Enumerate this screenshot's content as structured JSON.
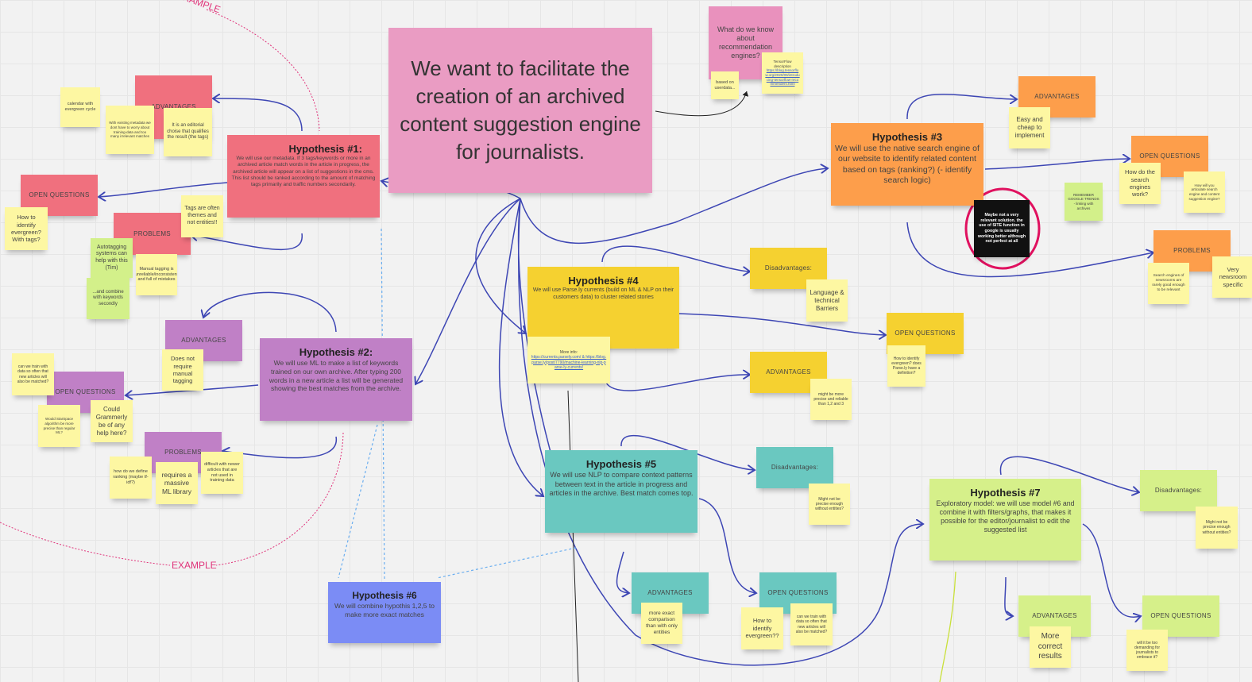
{
  "board": {
    "example_top": "EXAMPLE",
    "example_bottom": "EXAMPLE"
  },
  "colors": {
    "connector": "#3d46b4",
    "highlight": "#e0115f",
    "h1": "#f0707e",
    "h2": "#c080c6",
    "h3": "#fd9e4b",
    "h4": "#f5d130",
    "h5": "#6ac8c0",
    "h6": "#7b8cf5",
    "h7": "#d6f08a",
    "sticky": "#fdf7a2"
  },
  "notes": [
    {
      "id": "main",
      "text": "We want to facilitate the creation of an archived content suggestion engine for journalists."
    },
    {
      "id": "know",
      "text": "What do we know about recommendation engines?"
    },
    {
      "id": "userdata",
      "text": "based on userdata..."
    },
    {
      "id": "tf",
      "text": "TensorFlow description",
      "link": "https://blog.tensorflow.org/2020/09/introducing-tensorflow-recommenders.html"
    },
    {
      "id": "h1",
      "title": "Hypothesis #1:",
      "text": "We will use our metadata. If 3 tags/keywords or more in an archived article match words in the article in progress, the archived article will appear on a list of suggestions in the cms. This list should be ranked according to the amount of matching tags primarily and traffic numbers secondarily."
    },
    {
      "id": "h1adv",
      "text": "ADVANTAGES"
    },
    {
      "id": "h1cal",
      "text": "calendar with evergreen cycle"
    },
    {
      "id": "h1exist",
      "text": "With existing metadata we dont have to worry about training-data and too many irrelevant matches"
    },
    {
      "id": "h1edit",
      "text": "It is an editorial choise that qualifies the result (the tags)"
    },
    {
      "id": "h1oq",
      "text": "OPEN QUESTIONS"
    },
    {
      "id": "h1ever",
      "text": "How to identify evergreen? With tags?"
    },
    {
      "id": "h1prob",
      "text": "PROBLEMS"
    },
    {
      "id": "h1tags",
      "text": "Tags are often themes and not entities!!"
    },
    {
      "id": "h1auto",
      "text": "Autotagging systems can help with this (Tim)"
    },
    {
      "id": "h1comb",
      "text": "...and combine with keywords secondly"
    },
    {
      "id": "h1man",
      "text": "Manual tagging is unreliable/inconsistent and full of mistakes"
    },
    {
      "id": "h2",
      "title": "Hypothesis #2:",
      "text": "We will use ML to make a list of keywords trained on our own archive. After typing 200 words in a new article a list will be generated showing the best matches from the archive."
    },
    {
      "id": "h2adv",
      "text": "ADVANTAGES"
    },
    {
      "id": "h2man",
      "text": "Does not require manual tagging"
    },
    {
      "id": "h2oq",
      "text": "OPEN QUESTIONS"
    },
    {
      "id": "h2train",
      "text": "can we train with data so often that new articles will also be matched?"
    },
    {
      "id": "h2star",
      "text": "Would StarSpace algorithm be more precise than regular ML?"
    },
    {
      "id": "h2gram",
      "text": "Could Grammerly be of any help here?"
    },
    {
      "id": "h2prob",
      "text": "PROBLEMS"
    },
    {
      "id": "h2rank",
      "text": "how do we define ranking (maybe tf-idf?)"
    },
    {
      "id": "h2lib",
      "text": "requires a massive ML library"
    },
    {
      "id": "h2diff",
      "text": "difficult with newer articles that are not used in training data"
    },
    {
      "id": "h6",
      "title": "Hypothesis #6",
      "text": "We will combine hypothis 1,2,5 to make more exact matches"
    },
    {
      "id": "h3",
      "title": "Hypothesis #3",
      "text": "We will use the native search engine of our website to identify related content based on tags (ranking?) (- identify search logic)"
    },
    {
      "id": "h3adv",
      "text": "ADVANTAGES"
    },
    {
      "id": "h3easy",
      "text": "Easy and cheap to implement"
    },
    {
      "id": "h3oq",
      "text": "OPEN QUESTIONS"
    },
    {
      "id": "h3how",
      "text": "How do the search engines work?"
    },
    {
      "id": "h3art",
      "text": "How will you articulate search engine and content suggestion engine?"
    },
    {
      "id": "h3goog",
      "text": "REMEMBER GOOGLE TRENDS - linking with archives"
    },
    {
      "id": "h3black",
      "text": "Maybe not a very relevant solution. the use of SITE function in google is usually working better although not perfect at all"
    },
    {
      "id": "h3prob",
      "text": "PROBLEMS"
    },
    {
      "id": "h3news",
      "text": "Search engines of newsrooms are rarely good enough to be relevant"
    },
    {
      "id": "h3spec",
      "text": "Very newsroom specific"
    },
    {
      "id": "h4",
      "title": "Hypothesis #4",
      "text": "We will use Parse.ly currents (build on ML & NLP on their customers data) to cluster related stories"
    },
    {
      "id": "h4info",
      "text": "More info:",
      "link": "https://currents.parsely.com/ & https://blog.parse.ly/post/7790/machine-learning-nlp-parse-ly-currents/"
    },
    {
      "id": "h4dis",
      "text": "Disadvantages:"
    },
    {
      "id": "h4lang",
      "text": "Language & technical Barriers"
    },
    {
      "id": "h4oq",
      "text": "OPEN QUESTIONS"
    },
    {
      "id": "h4ever",
      "text": "How to identify evergreen? does Parse.ly have a definition?"
    },
    {
      "id": "h4adv",
      "text": "ADVANTAGES"
    },
    {
      "id": "h4prec",
      "text": "might be more precise and reliable than 1,2 and 3"
    },
    {
      "id": "h5",
      "title": "Hypothesis #5",
      "text": "We will use NLP to compare context patterns between text in the article in progress and articles in the archive. Best match comes top."
    },
    {
      "id": "h5dis",
      "text": "Disadvantages:"
    },
    {
      "id": "h5prec",
      "text": "Might not be precise enough without entities?"
    },
    {
      "id": "h5adv",
      "text": "ADVANTAGES"
    },
    {
      "id": "h5exact",
      "text": "more exact comparison than with only entities"
    },
    {
      "id": "h5oq",
      "text": "OPEN QUESTIONS"
    },
    {
      "id": "h5ever",
      "text": "How to identify evergreen??"
    },
    {
      "id": "h5train",
      "text": "can we train with data so often that new articles will also be matched?"
    },
    {
      "id": "h7",
      "title": "Hypothesis #7",
      "text": "Exploratory model: we will use model #6 and combine it with filters/graphs, that makes it possible for the editor/journalist to edit the suggested list"
    },
    {
      "id": "h7dis",
      "text": "Disadvantages:"
    },
    {
      "id": "h7prec",
      "text": "Might not be precise enough without entities?"
    },
    {
      "id": "h7adv",
      "text": "ADVANTAGES"
    },
    {
      "id": "h7corr",
      "text": "More correct results"
    },
    {
      "id": "h7oq",
      "text": "OPEN QUESTIONS"
    },
    {
      "id": "h7dem",
      "text": "will it be too demanding for journalists to embrace it?"
    }
  ]
}
